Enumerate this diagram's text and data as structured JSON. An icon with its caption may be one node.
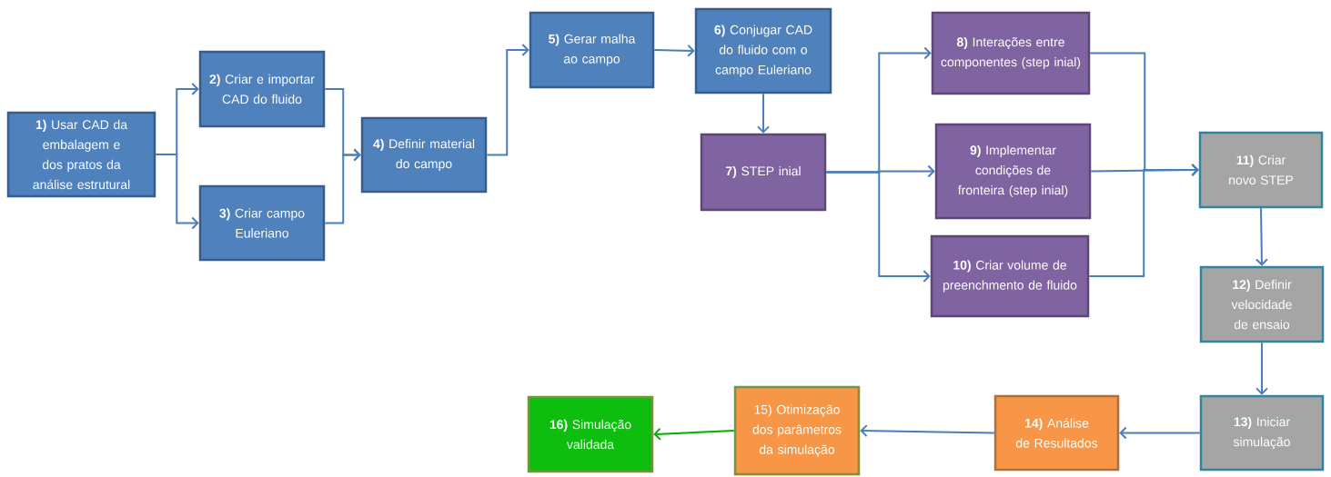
{
  "diagram": {
    "nodes": [
      {
        "text": [
          "**1)** Usar CAD da embalagem e dos pratos da análise estrutural"
        ]
      },
      {
        "text": [
          "**2)** Criar e importar CAD do fluido"
        ]
      },
      {
        "text": [
          "**3)** Criar campo Euleriano"
        ]
      },
      {
        "text": [
          "**4)** Definir material do campo"
        ]
      },
      {
        "text": [
          "**5)** Gerar malha ao campo"
        ]
      },
      {
        "text": [
          "**6)** Conjugar CAD do fluido com o campo Euleriano"
        ]
      },
      {
        "text": [
          "**7)** STEP inial"
        ]
      },
      {
        "text": [
          "**8)** Interações entre componentes (step inial)"
        ]
      },
      {
        "text": [
          "**9)** Implementar condições de fronteira (step inial)"
        ]
      },
      {
        "text": [
          "**10)** Criar volume de preenchmento de fluido"
        ]
      },
      {
        "text": [
          "**11)** Criar novo STEP"
        ]
      },
      {
        "text": [
          "**12)** Definir velocidade de ensaio"
        ]
      },
      {
        "text": [
          "**13)** Iniciar simulação"
        ]
      },
      {
        "text": [
          "**14)** Análise de Resultados"
        ]
      },
      {
        "text": [
          "15) Otimização dos parâmetros da simulação"
        ]
      },
      {
        "text": [
          "**16)** Simulação validada"
        ]
      }
    ],
    "edges": [
      {
        "from": 0,
        "to": 1,
        "arrow": "to"
      },
      {
        "from": 0,
        "to": 2,
        "arrow": "to"
      },
      {
        "from": 1,
        "to": 3,
        "arrow": "to"
      },
      {
        "from": 2,
        "to": 3,
        "arrow": "to"
      },
      {
        "from": 3,
        "to": 4,
        "arrow": "to"
      },
      {
        "from": 4,
        "to": 5,
        "arrow": "to"
      },
      {
        "from": 5,
        "to": 6,
        "arrow": "to"
      },
      {
        "from": 6,
        "to": 7,
        "arrow": "to"
      },
      {
        "from": 6,
        "to": 8,
        "arrow": "to"
      },
      {
        "from": 6,
        "to": 9,
        "arrow": "to"
      },
      {
        "from": 7,
        "to": 10,
        "arrow": "to"
      },
      {
        "from": 8,
        "to": 10,
        "arrow": "to"
      },
      {
        "from": 9,
        "to": 10,
        "arrow": "to"
      },
      {
        "from": 10,
        "to": 11,
        "arrow": "to"
      },
      {
        "from": 11,
        "to": 12,
        "arrow": "to"
      },
      {
        "from": 12,
        "to": 13,
        "arrow": "to"
      },
      {
        "from": 13,
        "to": 14,
        "arrow": "to"
      },
      {
        "from": 14,
        "to": 15,
        "arrow": "to",
        "color": "#00b000"
      }
    ]
  }
}
